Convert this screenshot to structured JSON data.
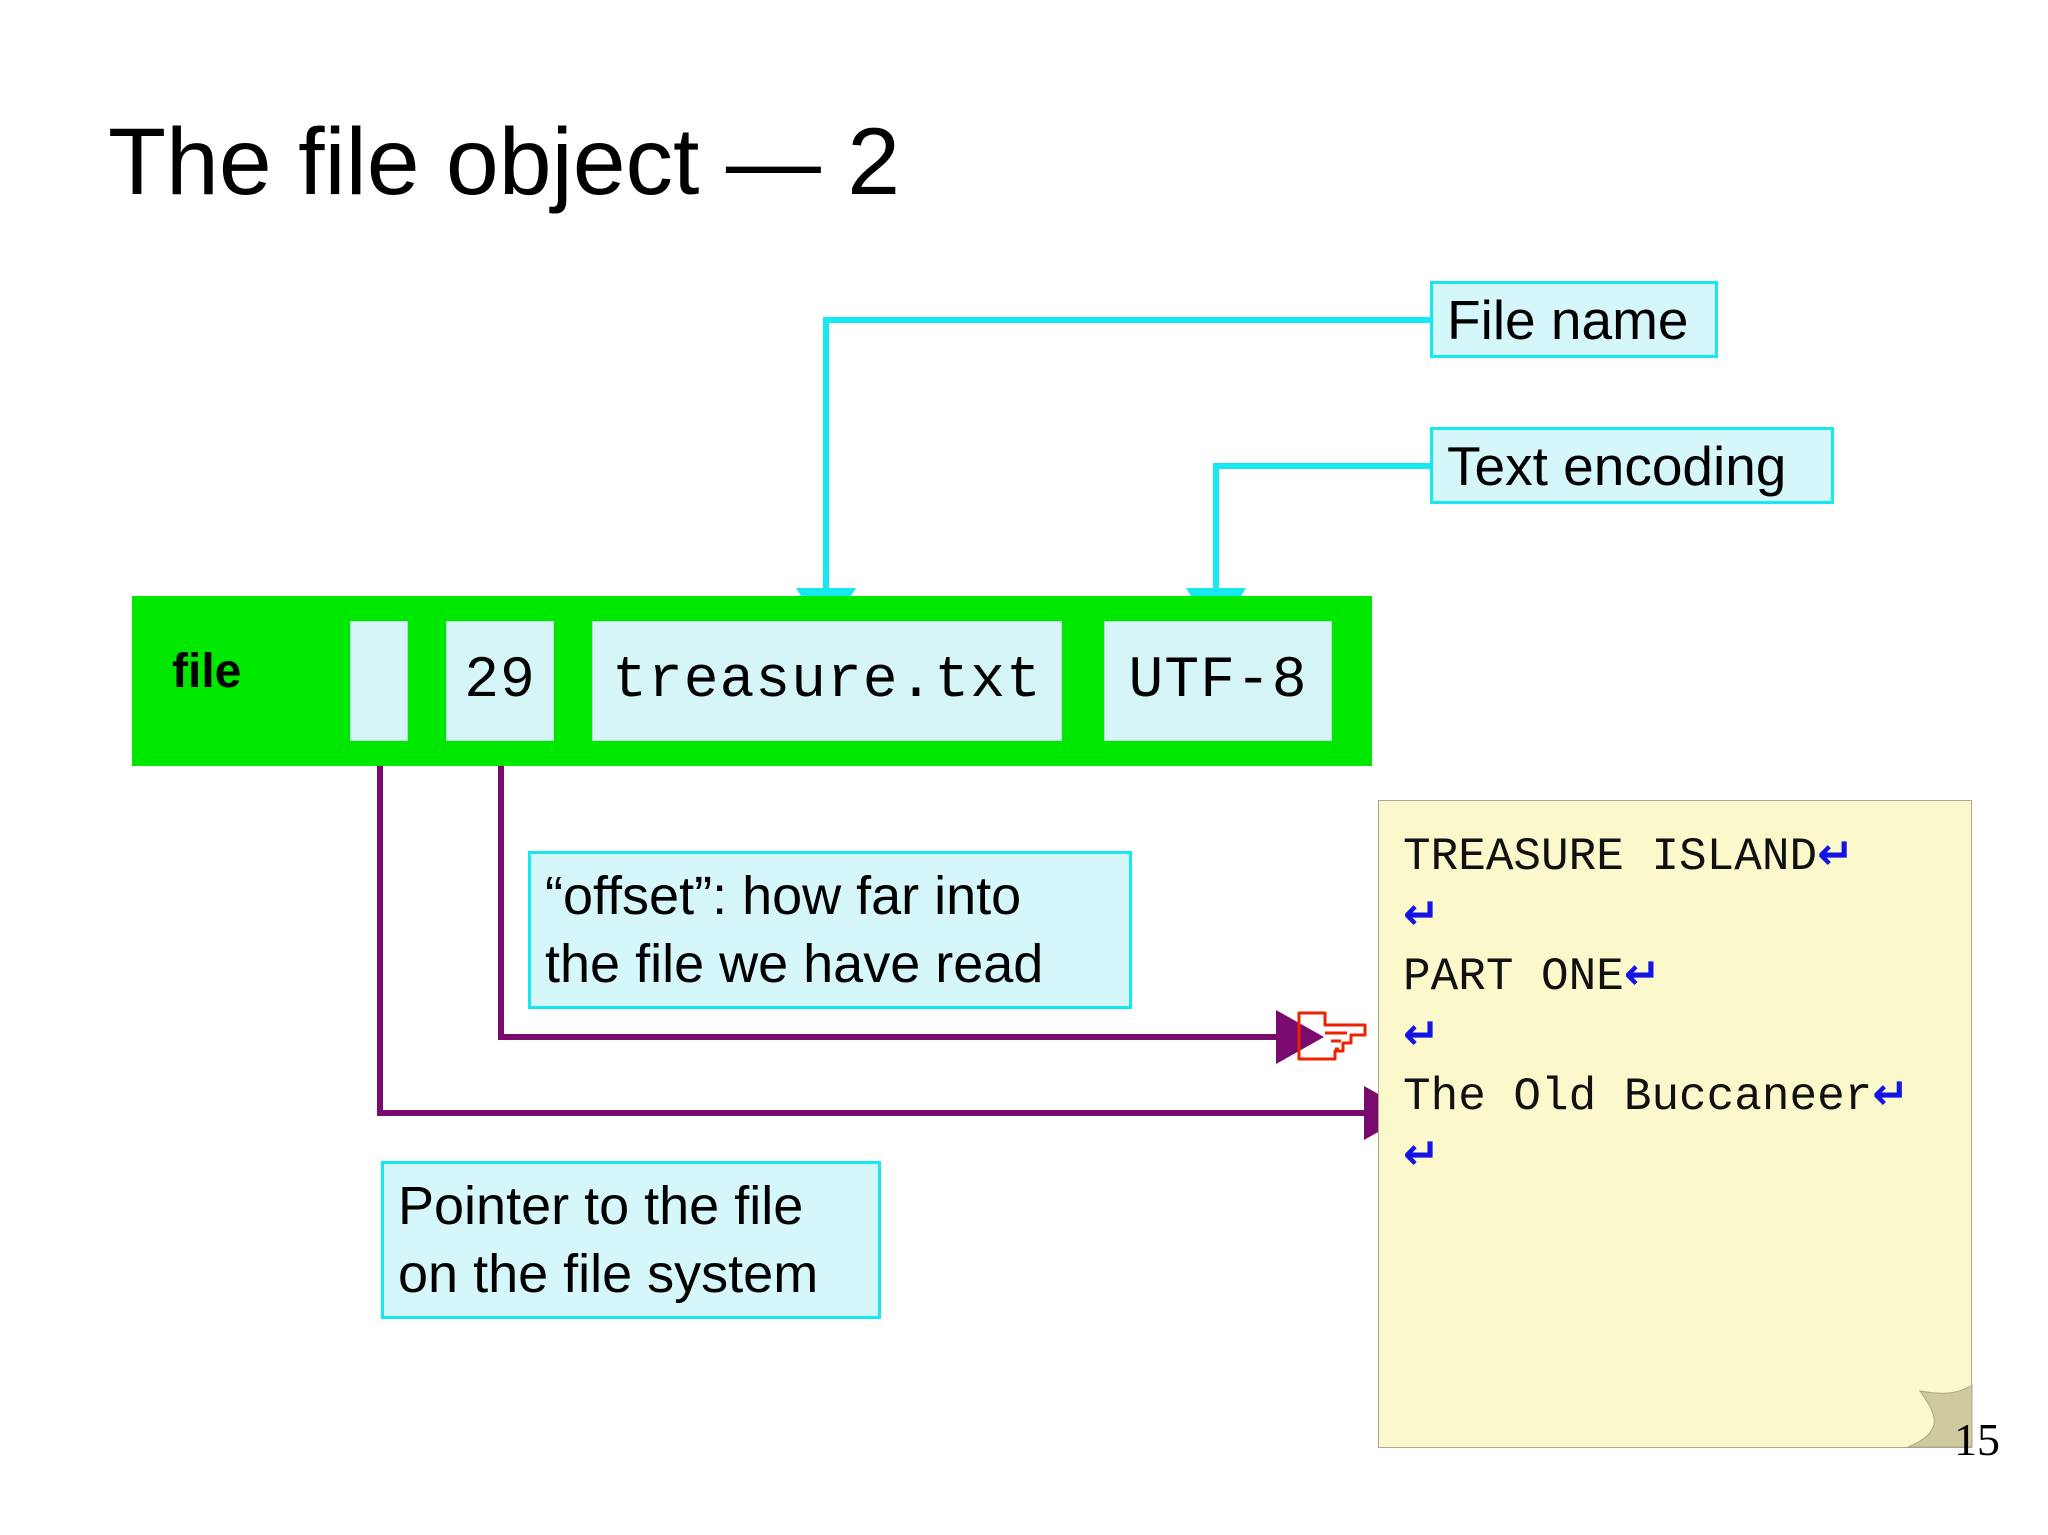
{
  "slide": {
    "title": "The file object — 2",
    "page_number": "15",
    "background_color": "#ffffff"
  },
  "object_box": {
    "label": "file",
    "fill_color": "#00e800",
    "fields": [
      {
        "name": "pointer",
        "value": ""
      },
      {
        "name": "offset",
        "value": "29"
      },
      {
        "name": "filename",
        "value": "treasure.txt"
      },
      {
        "name": "encoding",
        "value": "UTF-8"
      }
    ]
  },
  "callouts": {
    "filename": "File name",
    "encoding": "Text encoding",
    "offset": "“offset”: how far into\nthe file we have read",
    "pointer": "Pointer to the file\non the file system",
    "border_color": "#15e8f0",
    "fill_color": "#d5f7f9"
  },
  "connectors": {
    "cyan_color": "#15e8f0",
    "purple_color": "#7a0a6e"
  },
  "document": {
    "fill_color": "#fbf8cc",
    "pilcrow_glyph": "↵",
    "pilcrow_color": "#1414e6",
    "lines": [
      {
        "text": "TREASURE ISLAND",
        "newline": true
      },
      {
        "text": "",
        "newline": true
      },
      {
        "text": "PART ONE",
        "newline": true
      },
      {
        "text": "",
        "newline": true
      },
      {
        "text": "The Old Buccaneer",
        "newline": true
      },
      {
        "text": "",
        "newline": true
      }
    ]
  },
  "hand_pointer": {
    "icon": "pointing-hand-icon",
    "color": "#ee2200"
  }
}
